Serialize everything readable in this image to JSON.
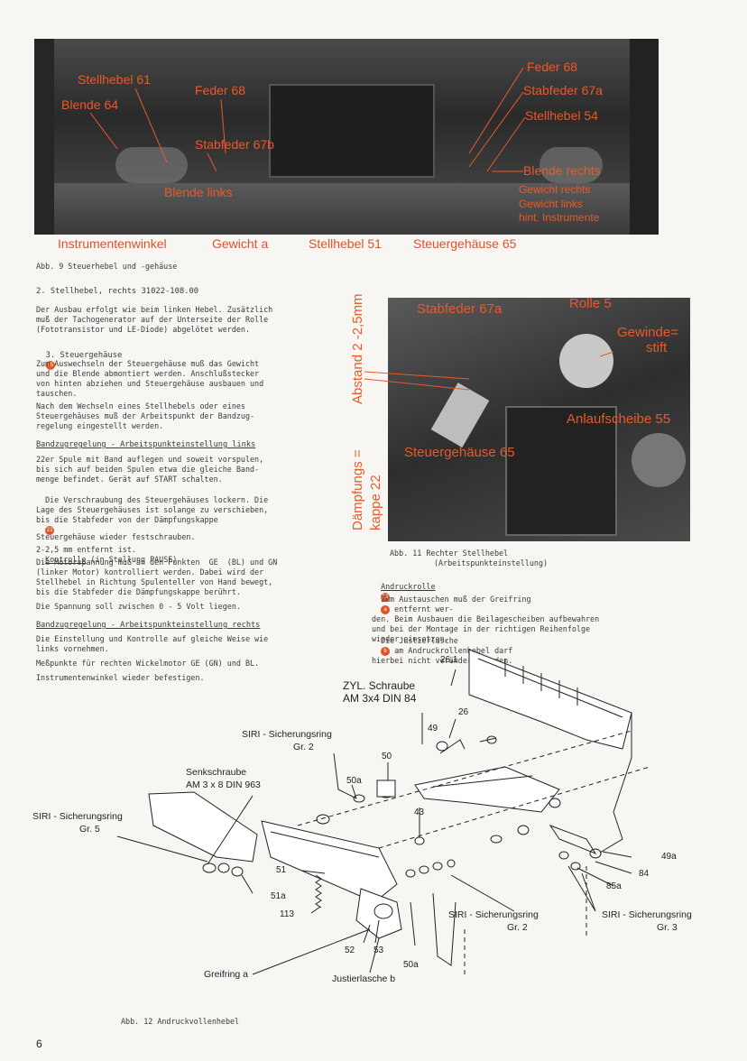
{
  "fig9": {
    "labels_photo": {
      "stellhebel61": "Stellhebel 61",
      "blende64": "Blende 64",
      "feder68_left": "Feder 68",
      "stabfeder67b": "Stabfeder 67b",
      "blende_links": "Blende links",
      "feder68_right": "Feder 68",
      "stabfeder67a": "Stabfeder 67a",
      "stellhebel54": "Stellhebel 54",
      "blende_rechts": "Blende rechts",
      "gewicht_rechts": "Gewicht rechts",
      "gewicht_links": "Gewicht links",
      "hint_instrumente": "hint. Instrumente"
    },
    "labels_below": {
      "instrumentenwinkel": "Instrumentenwinkel",
      "gewicht_a": "Gewicht a",
      "stellhebel51": "Stellhebel 51",
      "steuergehaeuse65": "Steuergehäuse 65"
    },
    "caption": "Abb. 9 Steuerhebel und -gehäuse"
  },
  "text_left": {
    "h2": "2. Stellhebel, rechts 31022-108.00",
    "p1": "Der Ausbau erfolgt wie beim linken Hebel. Zusätzlich\nmuß der Tachogenerator auf der Unterseite der Rolle\n(Fototransistor und LE-Diode) abgelötet werden.",
    "h3": "3. Steuergehäuse",
    "h3_badge": "65",
    "p2": "Zum Auswechseln der Steuergehäuse muß das Gewicht\nund die Blende abmontiert werden. Anschlußstecker\nvon hinten abziehen und Steuergehäuse ausbauen und\ntauschen.",
    "p3": "Nach dem Wechseln eines Stellhebels oder eines\nSteuergehäuses muß der Arbeitspunkt der Bandzug-\nregelung eingestellt werden.",
    "h_links": "Bandzugregelung - Arbeitspunkteinstellung links",
    "p4": "22er Spule mit Band auflegen und soweit vorspulen,\nbis sich auf beiden Spulen etwa die gleiche Band-\nmenge befindet. Gerät auf START schalten.",
    "p5a": "Die Verschraubung des Steuergehäuses lockern. Die\nLage des Steuergehäuses ist solange zu verschieben,\nbis die Stabfeder von der Dämpfungskappe",
    "p5_badge": "22",
    "p5b": "2-2,5 mm entfernt ist.",
    "p6": "Steuergehäuse wieder festschrauben.",
    "h_kontrolle": "Kontrolle",
    "h_kontrolle_rest": " (in Stellung PAUSE)",
    "p7": "Die Motorspannung muß an den Punkten  GE  (BL) und GN\n(linker Motor) kontrolliert werden. Dabei wird der\nStellhebel in Richtung Spulenteller von Hand bewegt,\nbis die Stabfeder die Dämpfungskappe berührt.",
    "p8": "Die Spannung soll zwischen 0 - 5 Volt liegen.",
    "h_rechts": "Bandzugregelung - Arbeitspunkteinstellung rechts",
    "p9": "Die Einstellung und Kontrolle auf gleiche Weise wie\nlinks vornehmen.",
    "p10": "Meßpunkte für rechten Wickelmotor GE (GN) und BL.",
    "p11": "Instrumentenwinkel wieder befestigen."
  },
  "fig11": {
    "vertical_abstand": "Abstand 2 -2,5mm",
    "vertical_daempfung1": "Dämpfungs =",
    "vertical_daempfung2": "kappe 22",
    "stabfeder67a": "Stabfeder 67a",
    "rolle5": "Rolle  5",
    "gewinde1": "Gewinde=",
    "gewinde2": "stift",
    "anlaufscheibe": "Anlaufscheibe 55",
    "steuergehaeuse65": "Steuergehäuse 65",
    "caption1": "Abb. 11 Rechter Stellhebel",
    "caption2": "(Arbeitspunkteinstellung)"
  },
  "text_right": {
    "h_andruck": "Andruckrolle",
    "h_badge": "52",
    "p1a": "Zum Austauschen muß der Greifring",
    "p1_badge": "a",
    "p1b": " entfernt wer-\nden. Beim Ausbauen die Beilagescheiben aufbewahren\nund bei der Montage in der richtigen Reihenfolge\nwieder einsetzen.",
    "p2a": "Die Justierlasche",
    "p2_badge": "b",
    "p2b": " am Andruckrollenhebel darf\nhierbei nicht verändert werden."
  },
  "fig12": {
    "zyl1": "ZYL. Schraube",
    "zyl2": "AM 3x4 DIN 84",
    "siri2_top1": "SIRI - Sicherungsring",
    "siri2_top2": "Gr. 2",
    "senk1": "Senkschraube",
    "senk2": "AM 3 x 8 DIN 963",
    "siri5_1": "SIRI - Sicherungsring",
    "siri5_2": "Gr. 5",
    "siri2_bot1": "SIRI - Sicherungsring",
    "siri2_bot2": "Gr. 2",
    "siri3_1": "SIRI - Sicherungsring",
    "siri3_2": "Gr. 3",
    "greifring": "Greifring a",
    "justierlasche": "Justierlasche b",
    "n261": "26,1",
    "n26": "26",
    "n49": "49",
    "n50": "50",
    "n50a_top": "50a",
    "n43": "43",
    "n51": "51",
    "n51a": "51a",
    "n113": "113",
    "n52": "52",
    "n53": "53",
    "n50a_bot": "50a",
    "n49a": "49a",
    "n84": "84",
    "n85a": "85a",
    "caption": "Abb. 12 Andruckvollenhebel"
  },
  "page_number": "6"
}
